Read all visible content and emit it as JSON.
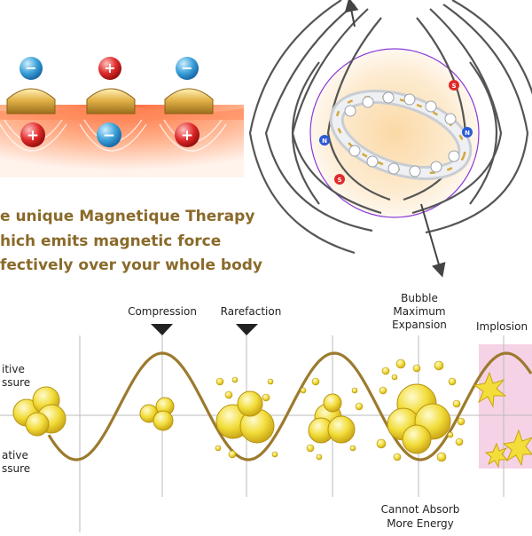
{
  "tagline": {
    "line1": "e unique Magnetique Therapy",
    "line2": "hich emits magnetic force",
    "line3": "fectively over your whole body"
  },
  "charges": {
    "top": [
      "−",
      "+",
      "−"
    ],
    "bottom": [
      "+",
      "−",
      "+"
    ]
  },
  "poles": {
    "north": "N",
    "south": "S"
  },
  "wave_labels": {
    "compression": "Compression",
    "rarefaction": "Rarefaction",
    "bubble_line1": "Bubble",
    "bubble_line2": "Maximum",
    "bubble_line3": "Expansion",
    "implosion": "Implosion",
    "positive_line1": "itive",
    "positive_line2": "ssure",
    "negative_line1": "ative",
    "negative_line2": "ssure",
    "cannot_line1": "Cannot Absorb",
    "cannot_line2": "More Energy"
  },
  "colors": {
    "gold": "#9c7a2e",
    "negative": "#3aa0d8",
    "positive": "#e02a2a",
    "bubble": "#f2dd3a",
    "implosion_bg": "#f6d2e6",
    "field_line": "#555555",
    "pole_circle": "#8a3ad8"
  }
}
